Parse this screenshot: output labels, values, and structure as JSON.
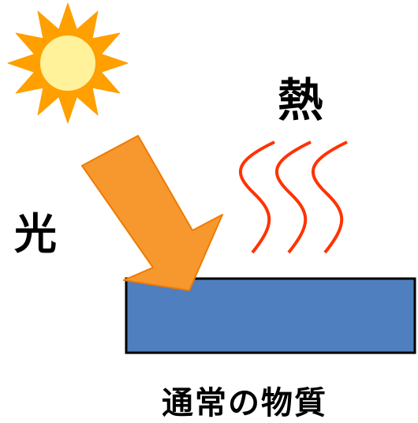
{
  "labels": {
    "heat": "熱",
    "light": "光",
    "material": "通常の物質"
  },
  "icons": {
    "sun": "sun-icon",
    "light_arrow": "arrow-down-right-icon",
    "heat_waves": "heat-wave-icon"
  },
  "colors": {
    "sun_core": "#FFF29A",
    "sun_rays": "#FF9F00",
    "arrow_fill": "#F7982E",
    "arrow_stroke": "#F07A00",
    "heat_wave": "#FF3300",
    "material_fill": "#4F7FBE",
    "material_stroke": "#000000"
  }
}
